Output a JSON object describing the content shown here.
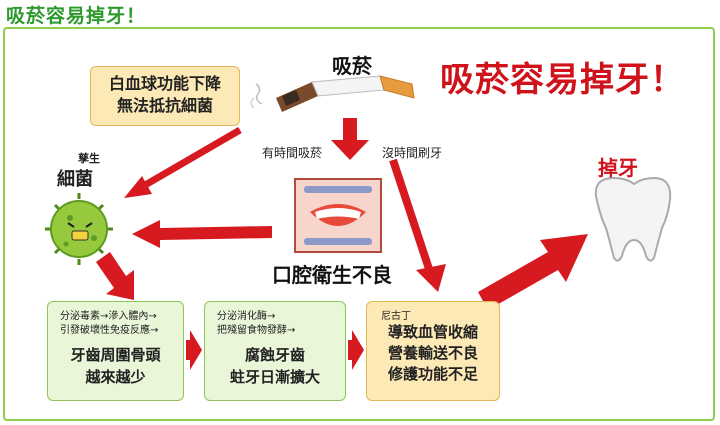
{
  "header": {
    "title": "吸菸容易掉牙！"
  },
  "main_title": "吸菸容易掉牙！",
  "smoking": {
    "label": "吸菸"
  },
  "wbc_box": {
    "line1": "白血球功能下降",
    "line2": "無法抵抗細菌"
  },
  "arrows": {
    "left_label": "有時間吸菸",
    "right_label": "沒時間刷牙"
  },
  "bacteria": {
    "top_text": "孳生",
    "label": "細菌"
  },
  "oral": {
    "label": "口腔衛生不良"
  },
  "tooth": {
    "label": "掉牙"
  },
  "box1": {
    "line1": "分泌毒素→滲入體內→",
    "line2": "引發破壞性免疫反應→",
    "big1": "牙齒周圍骨頭",
    "big2": "越來越少"
  },
  "box2": {
    "line1": "分泌消化酶→",
    "line2": "把殘留食物發酵→",
    "big1": "腐蝕牙齒",
    "big2": "蛀牙日漸擴大"
  },
  "box3": {
    "small": "尼古丁",
    "big1": "導致血管收縮",
    "big2": "營養輸送不良",
    "big3": "修護功能不足"
  },
  "colors": {
    "accent_red": "#d0121b",
    "frame_green": "#8ecf4d",
    "title_green": "#2e9a2e",
    "cream": "#fde9b5",
    "light_green": "#e9f6d8"
  }
}
